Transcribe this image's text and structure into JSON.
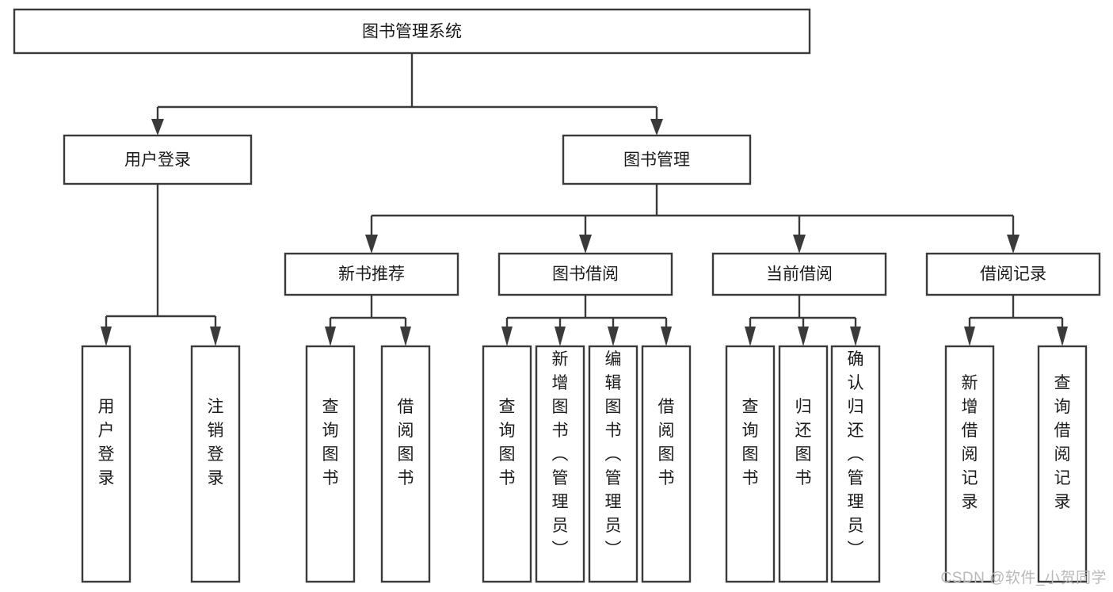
{
  "diagram": {
    "type": "tree-hierarchy",
    "title": "图书管理系统",
    "watermark": "CSDN @软件_小贺同学",
    "colors": {
      "background": "#ffffff",
      "box_fill": "#ffffff",
      "box_stroke": "#3a3a3a",
      "text": "#1b1b1b",
      "watermark": "#b9b9b9"
    },
    "root": {
      "label": "图书管理系统"
    },
    "level2": [
      {
        "label": "用户登录"
      },
      {
        "label": "图书管理"
      }
    ],
    "level3": [
      {
        "label": "新书推荐"
      },
      {
        "label": "图书借阅"
      },
      {
        "label": "当前借阅"
      },
      {
        "label": "借阅记录"
      }
    ],
    "groups": [
      {
        "parent": "用户登录",
        "leaves": [
          {
            "label": "用户登录"
          },
          {
            "label": "注销登录"
          }
        ]
      },
      {
        "parent": "新书推荐",
        "leaves": [
          {
            "label": "查询图书"
          },
          {
            "label": "借阅图书"
          }
        ]
      },
      {
        "parent": "图书借阅",
        "leaves": [
          {
            "label": "查询图书"
          },
          {
            "label": "新增图书（管理员）"
          },
          {
            "label": "编辑图书（管理员）"
          },
          {
            "label": "借阅图书"
          }
        ]
      },
      {
        "parent": "当前借阅",
        "leaves": [
          {
            "label": "查询图书"
          },
          {
            "label": "归还图书"
          },
          {
            "label": "确认归还（管理员）"
          }
        ]
      },
      {
        "parent": "借阅记录",
        "leaves": [
          {
            "label": "新增借阅记录"
          },
          {
            "label": "查询借阅记录"
          }
        ]
      }
    ]
  }
}
